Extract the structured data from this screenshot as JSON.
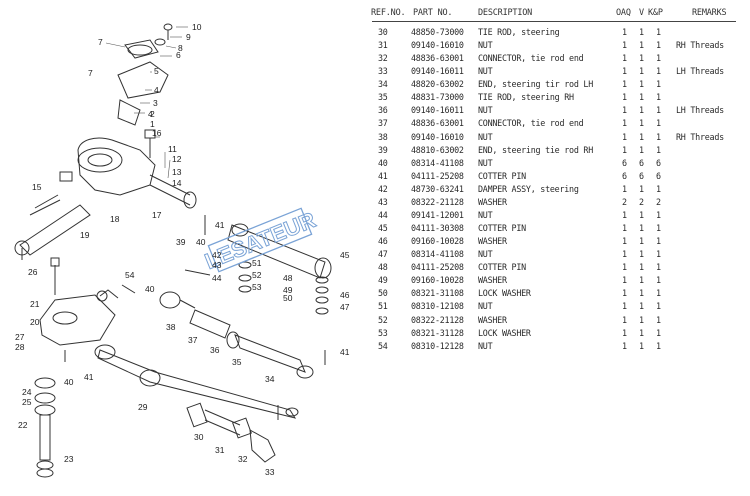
{
  "header": {
    "ref_no": "REF.NO.",
    "part_no": "PART NO.",
    "description": "DESCRIPTION",
    "oaq": "OAQ",
    "v": "V",
    "kp": "K&P",
    "remarks": "REMARKS"
  },
  "rows": [
    {
      "ref": "30",
      "part": "48850-73000",
      "desc": "TIE ROD, steering",
      "oaq": "1",
      "v": "1",
      "kp": "1",
      "rem": ""
    },
    {
      "ref": "31",
      "part": "09140-16010",
      "desc": "NUT",
      "oaq": "1",
      "v": "1",
      "kp": "1",
      "rem": "RH Threads"
    },
    {
      "ref": "32",
      "part": "48836-63001",
      "desc": "CONNECTOR, tie rod end",
      "oaq": "1",
      "v": "1",
      "kp": "1",
      "rem": ""
    },
    {
      "ref": "33",
      "part": "09140-16011",
      "desc": "NUT",
      "oaq": "1",
      "v": "1",
      "kp": "1",
      "rem": "LH Threads"
    },
    {
      "ref": "34",
      "part": "48820-63002",
      "desc": "END, steering tir rod LH",
      "oaq": "1",
      "v": "1",
      "kp": "1",
      "rem": ""
    },
    {
      "ref": "35",
      "part": "48831-73000",
      "desc": "TIE ROD, steering RH",
      "oaq": "1",
      "v": "1",
      "kp": "1",
      "rem": ""
    },
    {
      "ref": "36",
      "part": "09140-16011",
      "desc": "NUT",
      "oaq": "1",
      "v": "1",
      "kp": "1",
      "rem": "LH Threads"
    },
    {
      "ref": "37",
      "part": "48836-63001",
      "desc": "CONNECTOR, tie rod end",
      "oaq": "1",
      "v": "1",
      "kp": "1",
      "rem": ""
    },
    {
      "ref": "38",
      "part": "09140-16010",
      "desc": "NUT",
      "oaq": "1",
      "v": "1",
      "kp": "1",
      "rem": "RH Threads"
    },
    {
      "ref": "39",
      "part": "48810-63002",
      "desc": "END, steering tie rod RH",
      "oaq": "1",
      "v": "1",
      "kp": "1",
      "rem": ""
    },
    {
      "ref": "40",
      "part": "08314-41108",
      "desc": "NUT",
      "oaq": "6",
      "v": "6",
      "kp": "6",
      "rem": ""
    },
    {
      "ref": "41",
      "part": "04111-25208",
      "desc": "COTTER PIN",
      "oaq": "6",
      "v": "6",
      "kp": "6",
      "rem": ""
    },
    {
      "ref": "42",
      "part": "48730-63241",
      "desc": "DAMPER ASSY, steering",
      "oaq": "1",
      "v": "1",
      "kp": "1",
      "rem": ""
    },
    {
      "ref": "43",
      "part": "08322-21128",
      "desc": "WASHER",
      "oaq": "2",
      "v": "2",
      "kp": "2",
      "rem": ""
    },
    {
      "ref": "44",
      "part": "09141-12001",
      "desc": "NUT",
      "oaq": "1",
      "v": "1",
      "kp": "1",
      "rem": ""
    },
    {
      "ref": "45",
      "part": "04111-30308",
      "desc": "COTTER PIN",
      "oaq": "1",
      "v": "1",
      "kp": "1",
      "rem": ""
    },
    {
      "ref": "46",
      "part": "09160-10028",
      "desc": "WASHER",
      "oaq": "1",
      "v": "1",
      "kp": "1",
      "rem": ""
    },
    {
      "ref": "47",
      "part": "08314-41108",
      "desc": "NUT",
      "oaq": "1",
      "v": "1",
      "kp": "1",
      "rem": ""
    },
    {
      "ref": "48",
      "part": "04111-25208",
      "desc": "COTTER PIN",
      "oaq": "1",
      "v": "1",
      "kp": "1",
      "rem": ""
    },
    {
      "ref": "49",
      "part": "09160-10028",
      "desc": "WASHER",
      "oaq": "1",
      "v": "1",
      "kp": "1",
      "rem": ""
    },
    {
      "ref": "50",
      "part": "08321-31108",
      "desc": "LOCK WASHER",
      "oaq": "1",
      "v": "1",
      "kp": "1",
      "rem": ""
    },
    {
      "ref": "51",
      "part": "08310-12108",
      "desc": "NUT",
      "oaq": "1",
      "v": "1",
      "kp": "1",
      "rem": ""
    },
    {
      "ref": "52",
      "part": "08322-21128",
      "desc": "WASHER",
      "oaq": "1",
      "v": "1",
      "kp": "1",
      "rem": ""
    },
    {
      "ref": "53",
      "part": "08321-31128",
      "desc": "LOCK WASHER",
      "oaq": "1",
      "v": "1",
      "kp": "1",
      "rem": ""
    },
    {
      "ref": "54",
      "part": "08310-12128",
      "desc": "NUT",
      "oaq": "1",
      "v": "1",
      "kp": "1",
      "rem": ""
    }
  ],
  "diagram": {
    "watermark": "LESATEUR",
    "labels": [
      "10",
      "9",
      "8",
      "7",
      "6",
      "5",
      "4",
      "3",
      "2",
      "1",
      "7",
      "4",
      "11",
      "12",
      "13",
      "14",
      "15",
      "16",
      "17",
      "18",
      "19",
      "20",
      "21",
      "22",
      "23",
      "24",
      "25",
      "26",
      "27",
      "28",
      "29",
      "30",
      "31",
      "32",
      "33",
      "34",
      "35",
      "36",
      "37",
      "38",
      "39",
      "40",
      "41",
      "42",
      "43",
      "44",
      "45",
      "46",
      "47",
      "48",
      "49",
      "50",
      "51",
      "52",
      "53",
      "54",
      "40",
      "41",
      "40",
      "41"
    ]
  }
}
